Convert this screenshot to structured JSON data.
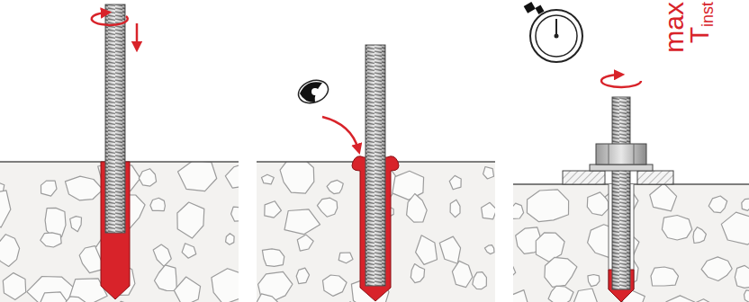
{
  "diagram": {
    "labels": [
      "max",
      "T",
      "inst"
    ]
  }
}
